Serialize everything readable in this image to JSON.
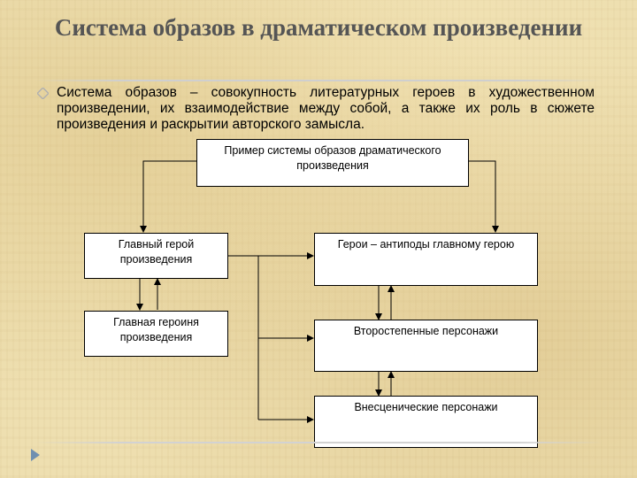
{
  "slide": {
    "title": "Система образов в драматическом произведении",
    "bullet_text": "Система образов – совокупность литературных героев в художественном произведении, их взаимодействие между собой, а также их роль в сюжете произведения и раскрытии авторского замысла."
  },
  "diagram": {
    "nodes": {
      "root": "Пример системы образов драматического произведения",
      "main_hero": "Главный герой произведения",
      "main_heroine": "Главная героиня произведения",
      "antipodes": "Герои – антиподы главному герою",
      "secondary": "Второстепенные персонажи",
      "offstage": "Внесценические персонажи"
    }
  },
  "icons": {
    "bullet": "diamond-bullet-icon",
    "nav": "nav-arrow-icon"
  },
  "colors": {
    "title": "#555555",
    "bullet": "#b0b0b0",
    "nav_arrow": "#6f8fb0",
    "background": "#eedfb0"
  }
}
